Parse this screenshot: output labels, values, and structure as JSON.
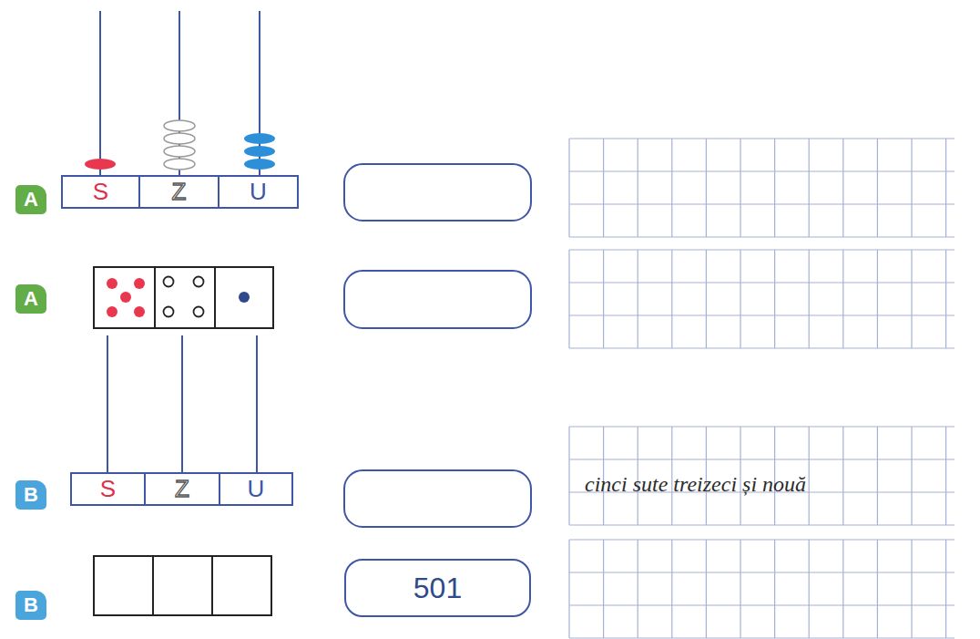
{
  "diagram": {
    "nodes": [
      {
        "text": [
          "A"
        ]
      },
      {
        "text": [
          "S"
        ]
      },
      {
        "text": [
          "Z"
        ]
      },
      {
        "text": [
          "U"
        ]
      },
      {
        "text": [
          "A"
        ]
      },
      {
        "text": [
          "B"
        ]
      },
      {
        "text": [
          "S"
        ]
      },
      {
        "text": [
          "Z"
        ]
      },
      {
        "text": [
          "U"
        ]
      },
      {
        "text": [
          "B"
        ]
      },
      {
        "text": [
          "501"
        ]
      }
    ],
    "labels": [
      "cinci sute treizeci și nouă"
    ]
  }
}
